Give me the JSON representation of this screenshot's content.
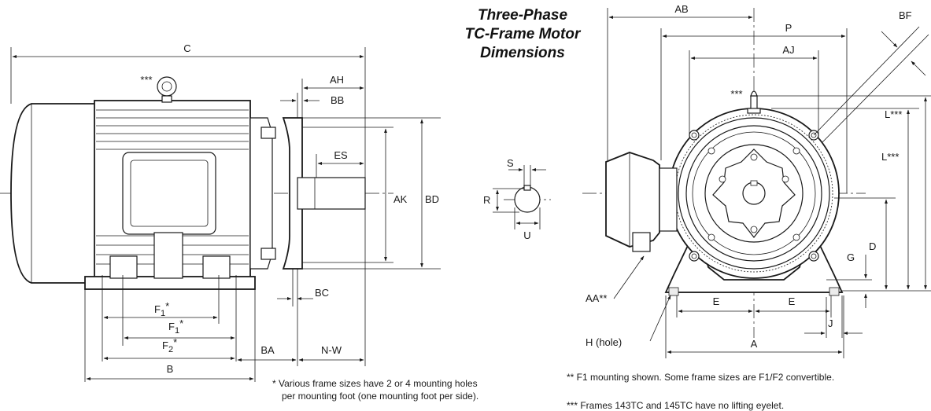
{
  "title": {
    "line1": "Three-Phase",
    "line2": "TC-Frame Motor",
    "line3": "Dimensions"
  },
  "labels": {
    "C": "C",
    "AH": "AH",
    "BB": "BB",
    "ES": "ES",
    "AK": "AK",
    "BD": "BD",
    "BC": "BC",
    "F1": "F",
    "F1_sub": "1",
    "F2": "F",
    "F2_sub": "2",
    "star": "*",
    "BA": "BA",
    "NW": "N-W",
    "B": "B",
    "S": "S",
    "R": "R",
    "U": "U",
    "AB": "AB",
    "P": "P",
    "AJ": "AJ",
    "BF": "BF",
    "L1": "L***",
    "L2": "L***",
    "D": "D",
    "G": "G",
    "E1": "E",
    "E2": "E",
    "J": "J",
    "A": "A",
    "AA": "AA**",
    "H": "H (hole)",
    "eyebolt_mark_side": "***",
    "eyebolt_mark_front": "***"
  },
  "notes": {
    "n1_line1": "* Various frame sizes have 2 or 4 mounting holes",
    "n1_line2": "per mounting foot (one mounting foot per side).",
    "n2": "** F1 mounting shown.  Some frame sizes are F1/F2 convertible.",
    "n3": "*** Frames 143TC and 145TC have no lifting eyelet."
  }
}
